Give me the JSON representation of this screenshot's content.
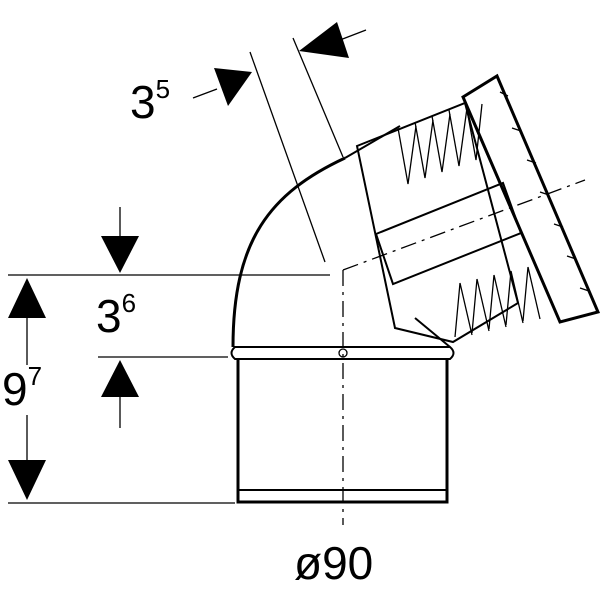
{
  "dimensions": {
    "wall_offset": {
      "base": "3",
      "sup": "5"
    },
    "socket_depth": {
      "base": "3",
      "sup": "6"
    },
    "total_height": {
      "base": "9",
      "sup": "7"
    },
    "diameter": "ø90"
  },
  "colors": {
    "line": "#000000",
    "background": "#ffffff"
  }
}
